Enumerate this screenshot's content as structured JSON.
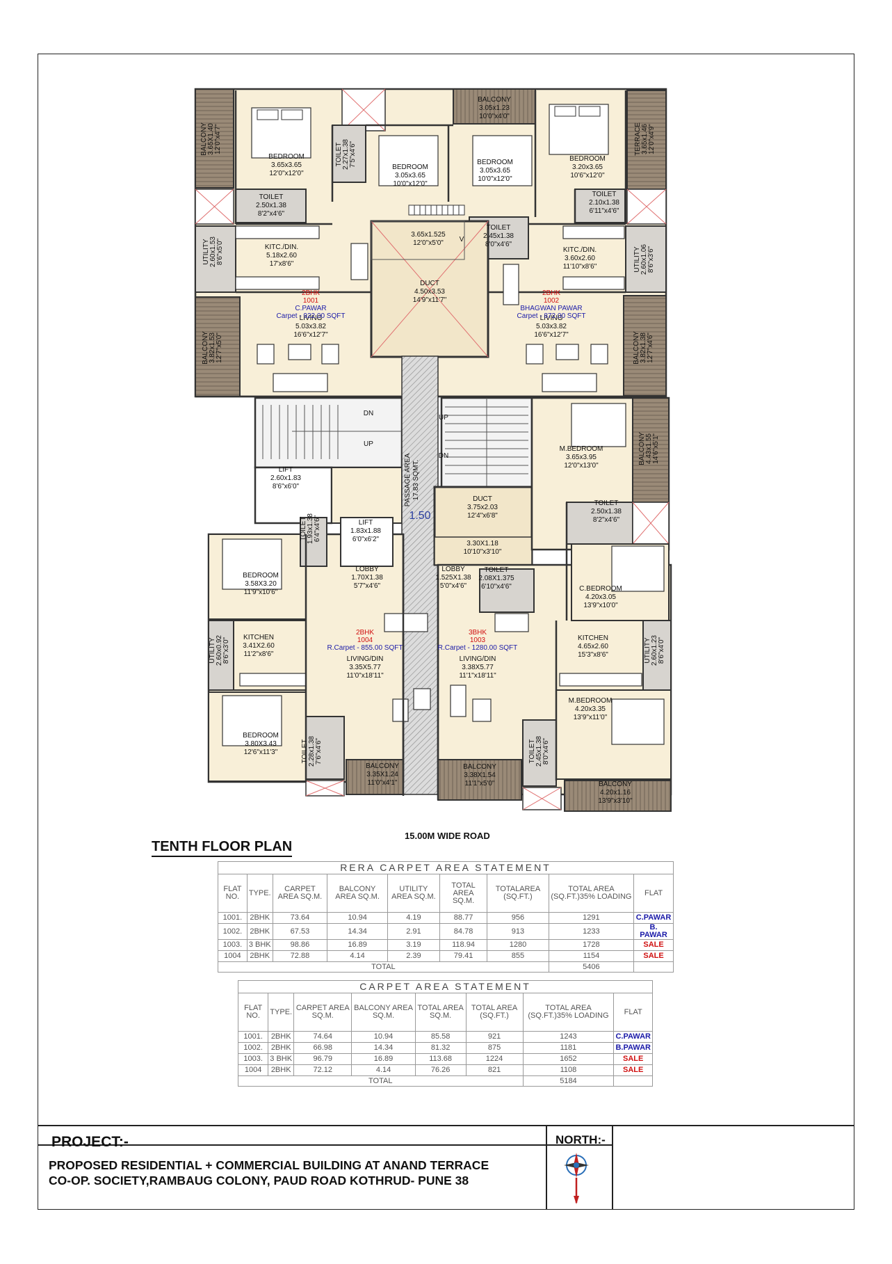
{
  "drawing": {
    "title": "TENTH FLOOR PLAN",
    "road": "15.00M WIDE ROAD",
    "rooms": [
      {
        "id": "r1",
        "name": "BALCONY",
        "l1": "3.65X1.40",
        "l2": "12'0\"x4'7\""
      },
      {
        "id": "r2",
        "name": "BEDROOM",
        "l1": "3.65x3.65",
        "l2": "12'0\"x12'0\""
      },
      {
        "id": "r3",
        "name": "TOILET",
        "l1": "2.27x1.38",
        "l2": "7'5\"x4'6\""
      },
      {
        "id": "r4",
        "name": "BEDROOM",
        "l1": "3.05x3.65",
        "l2": "10'0\"x12'0\""
      },
      {
        "id": "r5",
        "name": "BALCONY",
        "l1": "3.05x1.23",
        "l2": "10'0\"x4'0\""
      },
      {
        "id": "r6",
        "name": "BEDROOM",
        "l1": "3.05x3.65",
        "l2": "10'0\"x12'0\""
      },
      {
        "id": "r7",
        "name": "BEDROOM",
        "l1": "3.20x3.65",
        "l2": "10'6\"x12'0\""
      },
      {
        "id": "r8",
        "name": "TERRACE",
        "l1": "3.65x1.46",
        "l2": "12'0\"x4'9\""
      },
      {
        "id": "r9",
        "name": "TOILET",
        "l1": "2.50x1.38",
        "l2": "8'2\"x4'6\""
      },
      {
        "id": "r10",
        "name": "TOILET",
        "l1": "2.10x1.38",
        "l2": "6'11\"x4'6\""
      },
      {
        "id": "r11",
        "name": "",
        "l1": "3.65x1.525",
        "l2": "12'0\"x5'0\""
      },
      {
        "id": "r12",
        "name": "TOILET",
        "l1": "2.45x1.38",
        "l2": "8'0\"x4'6\""
      },
      {
        "id": "r13",
        "name": "UTILITY",
        "l1": "2.60x1.53",
        "l2": "8'6\"x5'0\""
      },
      {
        "id": "r14",
        "name": "KITC./DIN.",
        "l1": "5.18x2.60",
        "l2": "17'x8'6\""
      },
      {
        "id": "r15",
        "name": "DUCT",
        "l1": "4.50x3.53",
        "l2": "14'9\"x11'7\""
      },
      {
        "id": "r16",
        "name": "KITC./DIN.",
        "l1": "3.60x2.60",
        "l2": "11'10\"x8'6\""
      },
      {
        "id": "r17",
        "name": "UTILITY",
        "l1": "2.60x1.06",
        "l2": "8'6\"x3'6\""
      },
      {
        "id": "r18",
        "name": "BALCONY",
        "l1": "3.82x1.53",
        "l2": "12'7\"x5'0\""
      },
      {
        "id": "r19",
        "name": "LIVING",
        "l1": "5.03x3.82",
        "l2": "16'6\"x12'7\""
      },
      {
        "id": "r20",
        "name": "LIVING",
        "l1": "5.03x3.82",
        "l2": "16'6\"x12'7\""
      },
      {
        "id": "r21",
        "name": "BALCONY",
        "l1": "3.82x1.38",
        "l2": "12'7\"x4'6\""
      },
      {
        "id": "r22",
        "name": "LIFT",
        "l1": "2.60x1.83",
        "l2": "8'6\"x6'0\""
      },
      {
        "id": "r23",
        "name": "M.BEDROOM",
        "l1": "3.65x3.95",
        "l2": "12'0\"x13'0\""
      },
      {
        "id": "r24",
        "name": "BALCONY",
        "l1": "4.43x1.55",
        "l2": "14'6\"x5'1\""
      },
      {
        "id": "r25",
        "name": "DUCT",
        "l1": "3.75x2.03",
        "l2": "12'4\"x6'8\""
      },
      {
        "id": "r26",
        "name": "TOILET",
        "l1": "2.50x1.38",
        "l2": "8'2\"x4'6\""
      },
      {
        "id": "r27",
        "name": "TOILET",
        "l1": "1.93x1.38",
        "l2": "6'4\"x4'6\""
      },
      {
        "id": "r28",
        "name": "LIFT",
        "l1": "1.83x1.88",
        "l2": "6'0\"x6'2\""
      },
      {
        "id": "r29",
        "name": "",
        "l1": "3.30X1.18",
        "l2": "10'10\"x3'10\""
      },
      {
        "id": "r30",
        "name": "BEDROOM",
        "l1": "3.58X3.20",
        "l2": "11'9\"x10'6\""
      },
      {
        "id": "r31",
        "name": "LOBBY",
        "l1": "1.70X1.38",
        "l2": "5'7\"x4'6\""
      },
      {
        "id": "r32",
        "name": "LOBBY",
        "l1": "1.525X1.38",
        "l2": "5'0\"x4'6\""
      },
      {
        "id": "r33",
        "name": "TOILET",
        "l1": "2.08X1.375",
        "l2": "6'10\"x4'6\""
      },
      {
        "id": "r34",
        "name": "C.BEDROOM",
        "l1": "4.20x3.05",
        "l2": "13'9\"x10'0\""
      },
      {
        "id": "r35",
        "name": "KITCHEN",
        "l1": "3.41X2.60",
        "l2": "11'2\"x8'6\""
      },
      {
        "id": "r36",
        "name": "UTILITY",
        "l1": "2.60x0.92",
        "l2": "8'6\"x3'0\""
      },
      {
        "id": "r37",
        "name": "LIVING/DIN",
        "l1": "3.35X5.77",
        "l2": "11'0\"x18'11\""
      },
      {
        "id": "r38",
        "name": "LIVING/DIN",
        "l1": "3.38X5.77",
        "l2": "11'1\"x18'11\""
      },
      {
        "id": "r39",
        "name": "KITCHEN",
        "l1": "4.65x2.60",
        "l2": "15'3\"x8'6\""
      },
      {
        "id": "r40",
        "name": "UTILITY",
        "l1": "2.60x1.23",
        "l2": "8'6\"x4'0\""
      },
      {
        "id": "r41",
        "name": "M.BEDROOM",
        "l1": "4.20x3.35",
        "l2": "13'9\"x11'0\""
      },
      {
        "id": "r42",
        "name": "BEDROOM",
        "l1": "3.80X3.43",
        "l2": "12'6\"x11'3\""
      },
      {
        "id": "r43",
        "name": "TOILET",
        "l1": "2.28x1.38",
        "l2": "7'6\"x4'6\""
      },
      {
        "id": "r44",
        "name": "BALCONY",
        "l1": "3.35X1.24",
        "l2": "11'0\"x4'1\""
      },
      {
        "id": "r45",
        "name": "BALCONY",
        "l1": "3.38X1.54",
        "l2": "11'1\"x5'0\""
      },
      {
        "id": "r46",
        "name": "TOILET",
        "l1": "2.45x1.38",
        "l2": "8'0\"x4'6\""
      },
      {
        "id": "r47",
        "name": "BALCONY",
        "l1": "4.20x1.16",
        "l2": "13'9\"x3'10\""
      }
    ],
    "flats": [
      {
        "id": "f1",
        "type": "2BHK",
        "no": "1001",
        "owner": "C.PAWAR",
        "carpet": "Carpet - 922.00 SQFT"
      },
      {
        "id": "f2",
        "type": "2BHK",
        "no": "1002",
        "owner": "BHAGWAN PAWAR",
        "carpet": "Carpet - 872.00 SQFT"
      },
      {
        "id": "f3",
        "type": "2BHK",
        "no": "1004",
        "owner": "",
        "carpet": "R.Carpet - 855.00 SQFT"
      },
      {
        "id": "f4",
        "type": "3BHK",
        "no": "1003",
        "owner": "",
        "carpet": "R.Carpet - 1280.00 SQFT"
      }
    ],
    "stairs": {
      "dn1": "DN",
      "up1": "UP",
      "up2": "UP",
      "dn2": "DN"
    },
    "passage": {
      "label": "PASSAGE AREA",
      "area": "17.83 SQMT.",
      "width": "1.50"
    },
    "duct_mark": "V"
  },
  "rera_table": {
    "caption": "RERA CARPET AREA STATEMENT",
    "headers": [
      "FLAT NO.",
      "TYPE.",
      "CARPET AREA SQ.M.",
      "BALCONY AREA SQ.M.",
      "UTILITY AREA SQ.M.",
      "TOTAL AREA SQ.M.",
      "TOTALAREA (SQ.FT.)",
      "TOTAL AREA (SQ.FT.)35% LOADING",
      "FLAT"
    ],
    "rows": [
      [
        "1001.",
        "2BHK",
        "73.64",
        "10.94",
        "4.19",
        "88.77",
        "956",
        "1291",
        "C.PAWAR"
      ],
      [
        "1002.",
        "2BHK",
        "67.53",
        "14.34",
        "2.91",
        "84.78",
        "913",
        "1233",
        "B. PAWAR"
      ],
      [
        "1003.",
        "3 BHK",
        "98.86",
        "16.89",
        "3.19",
        "118.94",
        "1280",
        "1728",
        "SALE"
      ],
      [
        "1004",
        "2BHK",
        "72.88",
        "4.14",
        "2.39",
        "79.41",
        "855",
        "1154",
        "SALE"
      ]
    ],
    "total_label": "TOTAL",
    "total_value": "5406"
  },
  "carpet_table": {
    "caption": "CARPET AREA STATEMENT",
    "headers": [
      "FLAT NO.",
      "TYPE.",
      "CARPET AREA SQ.M.",
      "BALCONY AREA SQ.M.",
      "TOTAL AREA SQ.M.",
      "TOTAL AREA (SQ.FT.)",
      "TOTAL AREA (SQ.FT.)35% LOADING",
      "FLAT"
    ],
    "rows": [
      [
        "1001.",
        "2BHK",
        "74.64",
        "10.94",
        "85.58",
        "921",
        "1243",
        "C.PAWAR"
      ],
      [
        "1002.",
        "2BHK",
        "66.98",
        "14.34",
        "81.32",
        "875",
        "1181",
        "B.PAWAR"
      ],
      [
        "1003.",
        "3 BHK",
        "96.79",
        "16.89",
        "113.68",
        "1224",
        "1652",
        "SALE"
      ],
      [
        "1004",
        "2BHK",
        "72.12",
        "4.14",
        "76.26",
        "821",
        "1108",
        "SALE"
      ]
    ],
    "total_label": "TOTAL",
    "total_value": "5184"
  },
  "title_block": {
    "project_label": "PROJECT:-",
    "north_label": "NORTH:-",
    "line1": "PROPOSED RESIDENTIAL + COMMERCIAL BUILDING AT ANAND TERRACE",
    "line2": "CO-OP. SOCIETY,RAMBAUG COLONY, PAUD ROAD KOTHRUD- PUNE 38"
  },
  "colors": {
    "floor": "#f8efd8",
    "balcony": "#9a8a77",
    "toilet": "#d7d4cf",
    "wall": "#333333",
    "blue": "#1a1aa8",
    "red": "#d01010",
    "duct": "#f2e6c9"
  }
}
